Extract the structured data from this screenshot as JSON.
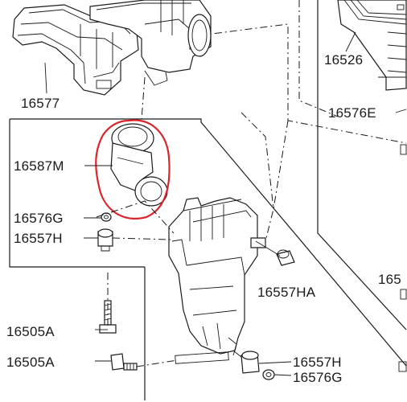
{
  "labels": {
    "p16577": "16577",
    "p16526": "16526",
    "p16576E": "16576E",
    "p16587M": "16587M",
    "p16576G_a": "16576G",
    "p16557H_a": "16557H",
    "p16557HA": "16557HA",
    "p165_partial": "165",
    "p16505A_a": "16505A",
    "p16505A_b": "16505A",
    "p16557H_b": "16557H",
    "p16576G_b": "16576G"
  },
  "colors": {
    "line": "#1a1a1a",
    "highlight": "#d9262c",
    "background": "#ffffff"
  }
}
